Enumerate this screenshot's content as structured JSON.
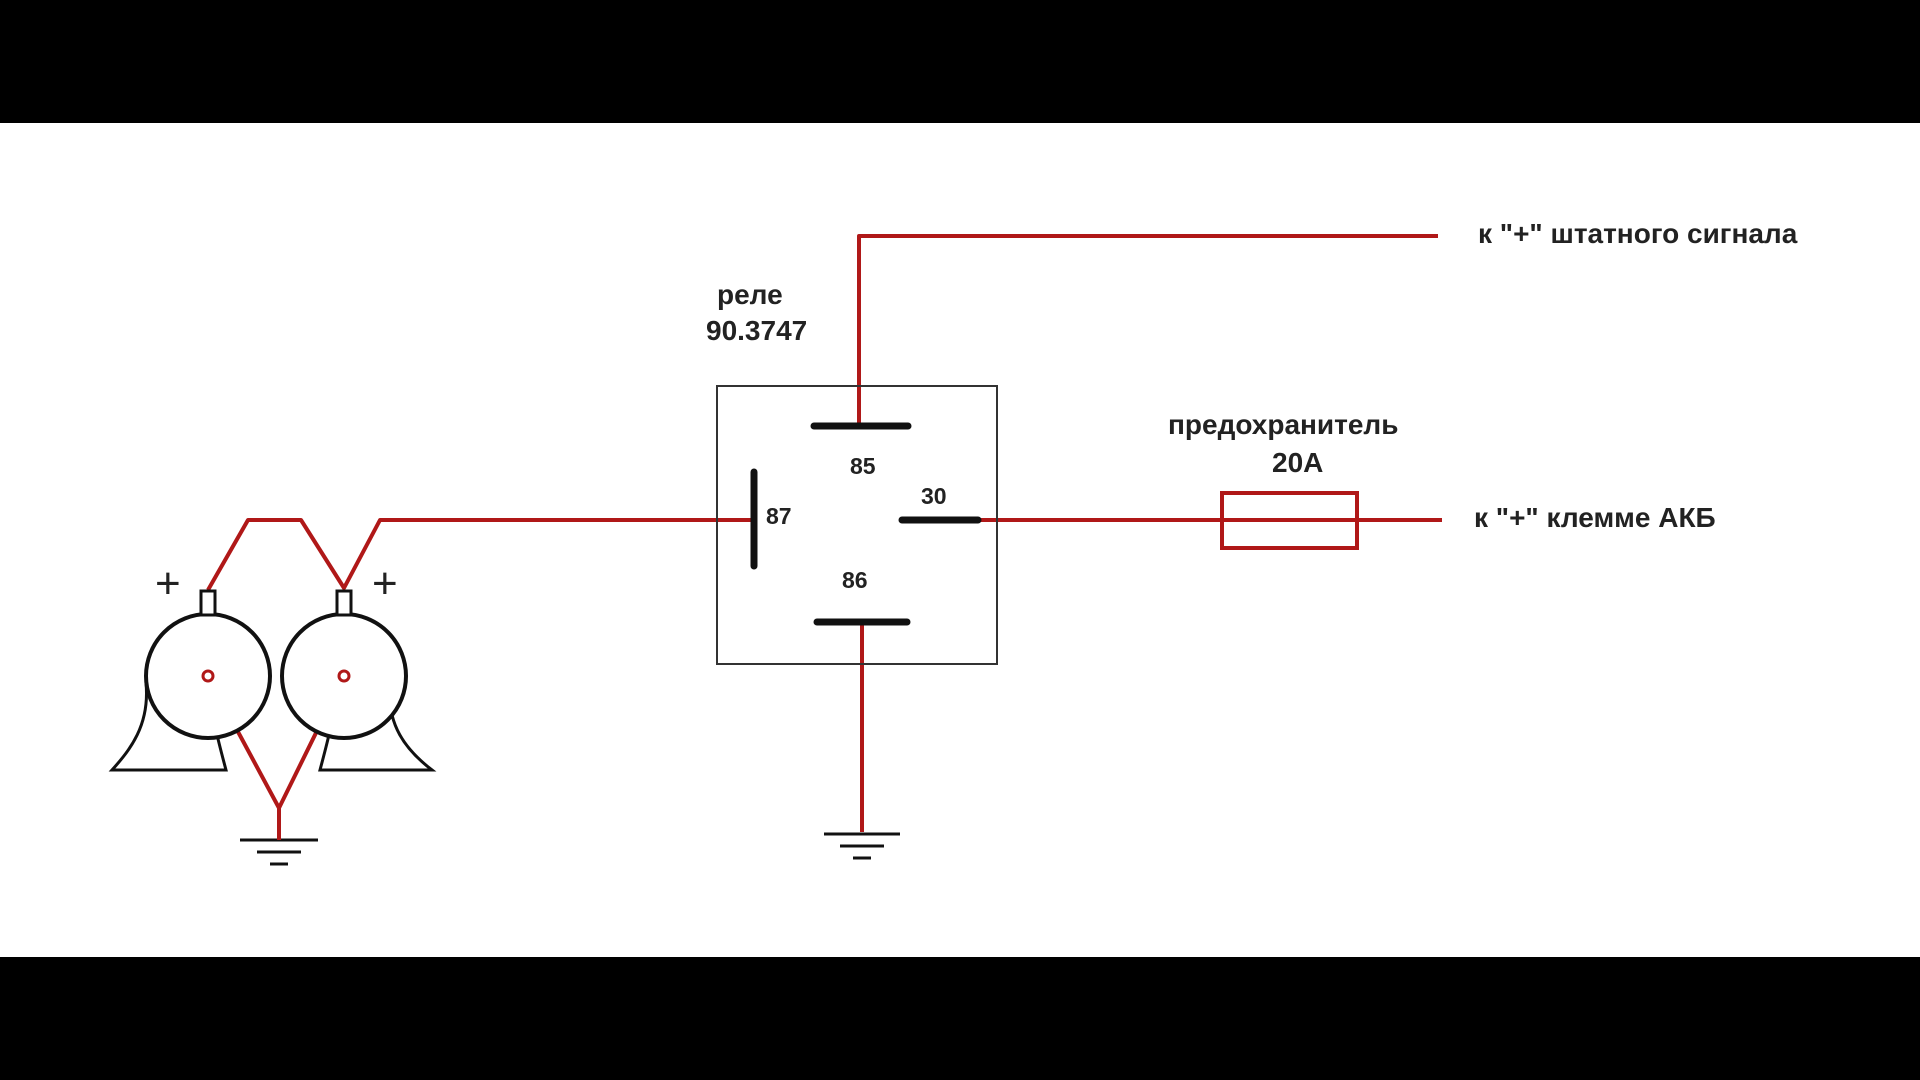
{
  "colors": {
    "background": "#000000",
    "canvas": "#ffffff",
    "wire": "#b01818",
    "outline": "#111111",
    "text": "#222222"
  },
  "relay": {
    "title": "реле",
    "model": "90.3747",
    "pins": {
      "p85": "85",
      "p86": "86",
      "p87": "87",
      "p30": "30"
    }
  },
  "fuse": {
    "title": "предохранитель",
    "rating": "20А"
  },
  "connections": {
    "signal": "к \"+\" штатного сигнала",
    "battery": "к \"+\" клемме АКБ"
  },
  "horns": {
    "left_plus": "+",
    "right_plus": "+"
  },
  "icons": [
    "horn-icon",
    "ground-icon",
    "fuse-icon"
  ]
}
